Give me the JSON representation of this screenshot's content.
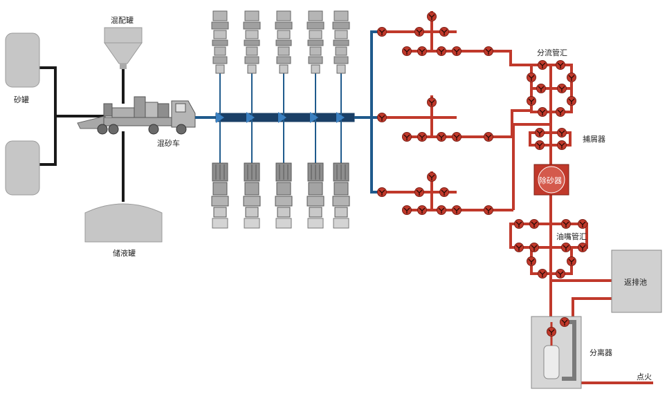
{
  "labels": {
    "sand_tank": "砂罐",
    "mixing_tank": "混配罐",
    "blender_truck": "混砂车",
    "storage_tank": "储液罐",
    "diverter_manifold": "分流管汇",
    "debris_catcher": "捕屑器",
    "desander": "除砂器",
    "choke_manifold": "油嘴管汇",
    "flowback_pit": "返排池",
    "separator": "分离器",
    "ignition": "点火"
  },
  "colors": {
    "black_line": "#1a1a1a",
    "blue_line": "#1f5a8c",
    "red_line": "#c0392b",
    "valve_red": "#c0392b",
    "equipment_gray": "#9a9a9a",
    "tank_gray": "#c6c6c6"
  }
}
